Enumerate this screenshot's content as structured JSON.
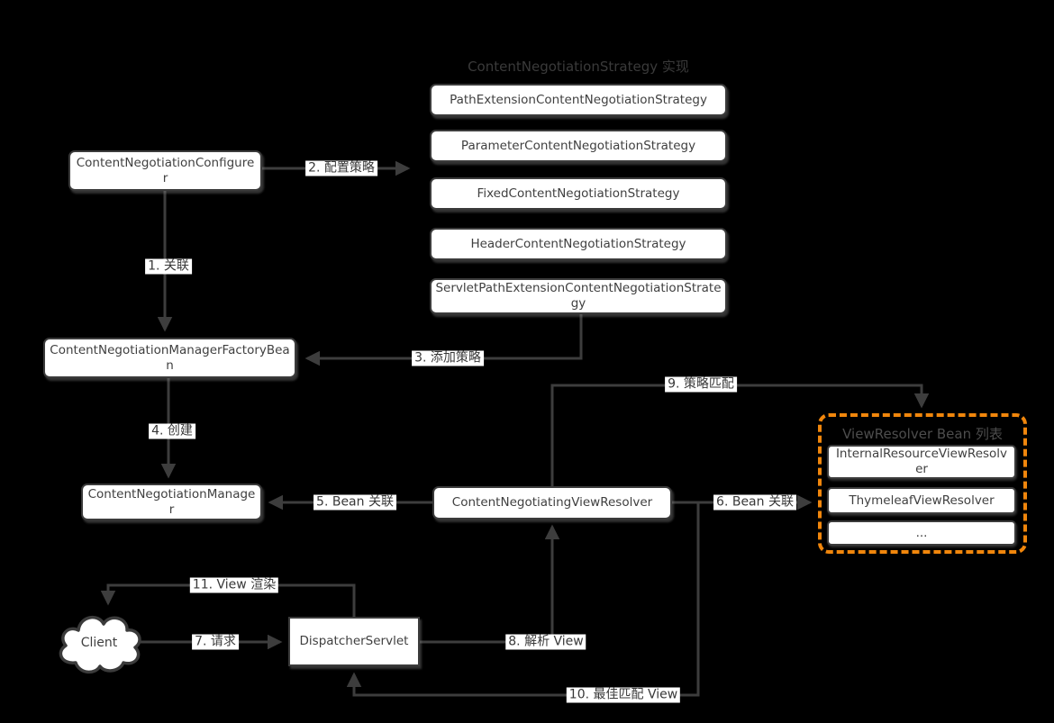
{
  "colors": {
    "background": "#000000",
    "node_fill": "#ffffff",
    "node_border": "#3b3b3b",
    "node_text": "#404040",
    "wire": "#3d3d3d",
    "group_dashed_border": "#f0860c",
    "group_title_text": "#4d4d4d",
    "diagram_title_text": "#3a3a3a"
  },
  "titles": {
    "strategy_group": "ContentNegotiationStrategy 实现",
    "viewresolver_group": "ViewResolver Bean 列表"
  },
  "nodes": {
    "path_extension": "PathExtensionContentNegotiationStrategy",
    "parameter": "ParameterContentNegotiationStrategy",
    "fixed": "FixedContentNegotiationStrategy",
    "header": "HeaderContentNegotiationStrategy",
    "servlet_path": "ServletPathExtensionContentNegotiationStrategy",
    "configurer": "ContentNegotiationConfigurer",
    "factory_bean": "ContentNegotiationManagerFactoryBean",
    "manager": "ContentNegotiationManager",
    "negotiating_view_resolver": "ContentNegotiatingViewResolver",
    "internal_resource": "InternalResourceViewResolver",
    "thymeleaf": "ThymeleafViewResolver",
    "ellipsis": "...",
    "client": "Client",
    "dispatcher_servlet": "DispatcherServlet"
  },
  "edges": {
    "e1": "1. 关联",
    "e2": "2. 配置策略",
    "e3": "3. 添加策略",
    "e4": "4. 创建",
    "e5": "5. Bean 关联",
    "e6": "6. Bean 关联",
    "e7": "7. 请求",
    "e8": "8. 解析 View",
    "e9": "9. 策略匹配",
    "e10": "10. 最佳匹配 View",
    "e11": "11. View 渲染"
  }
}
